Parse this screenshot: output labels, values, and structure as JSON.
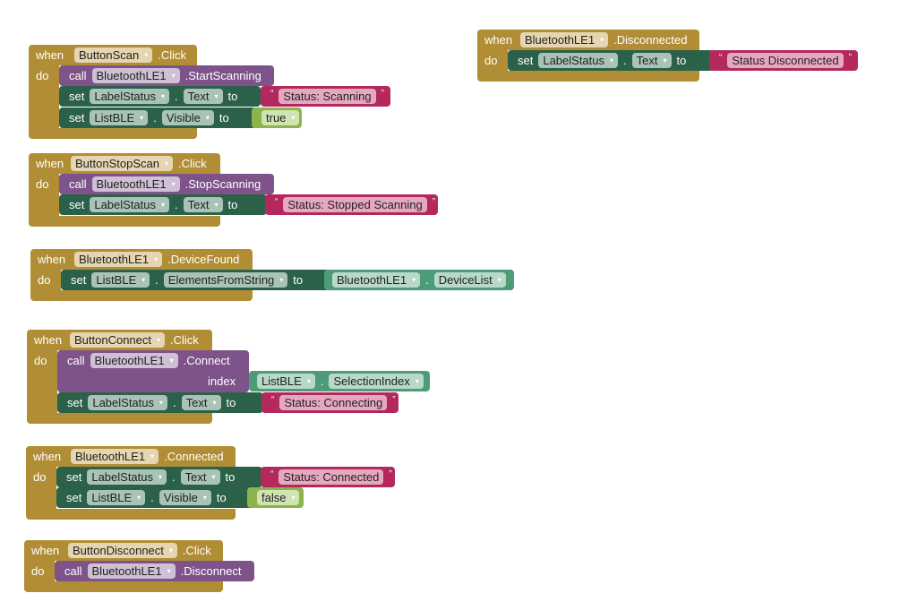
{
  "colors": {
    "event": "#b18e35",
    "call": "#7d5389",
    "set": "#2b6148",
    "getter": "#4d9c77",
    "logic": "#8cb44a",
    "text": "#b3295e"
  },
  "keywords": {
    "when": "when",
    "do": "do",
    "call": "call",
    "set": "set",
    "to": "to",
    "dot": ".",
    "index": "index",
    "quote_open": "“",
    "quote_close": "”",
    "dropdown": "▾"
  },
  "blocks": [
    {
      "component": "ButtonScan",
      "event": ".Click",
      "body": [
        {
          "type": "call",
          "component": "BluetoothLE1",
          "method": ".StartScanning"
        },
        {
          "type": "set",
          "component": "LabelStatus",
          "property": "Text",
          "value_type": "text",
          "value": "Status: Scanning"
        },
        {
          "type": "set",
          "component": "ListBLE",
          "property": "Visible",
          "value_type": "logic",
          "value": "true"
        }
      ]
    },
    {
      "component": "ButtonStopScan",
      "event": ".Click",
      "body": [
        {
          "type": "call",
          "component": "BluetoothLE1",
          "method": ".StopScanning"
        },
        {
          "type": "set",
          "component": "LabelStatus",
          "property": "Text",
          "value_type": "text",
          "value": "Status: Stopped Scanning"
        }
      ]
    },
    {
      "component": "BluetoothLE1",
      "event": ".DeviceFound",
      "body": [
        {
          "type": "set",
          "component": "ListBLE",
          "property": "ElementsFromString",
          "value_type": "getter",
          "value_component": "BluetoothLE1",
          "value_property": "DeviceList"
        }
      ]
    },
    {
      "component": "ButtonConnect",
      "event": ".Click",
      "body": [
        {
          "type": "call",
          "component": "BluetoothLE1",
          "method": ".Connect",
          "arg_label": "index",
          "arg_component": "ListBLE",
          "arg_property": "SelectionIndex"
        },
        {
          "type": "set",
          "component": "LabelStatus",
          "property": "Text",
          "value_type": "text",
          "value": "Status: Connecting"
        }
      ]
    },
    {
      "component": "BluetoothLE1",
      "event": ".Connected",
      "body": [
        {
          "type": "set",
          "component": "LabelStatus",
          "property": "Text",
          "value_type": "text",
          "value": "Status: Connected"
        },
        {
          "type": "set",
          "component": "ListBLE",
          "property": "Visible",
          "value_type": "logic",
          "value": "false"
        }
      ]
    },
    {
      "component": "ButtonDisconnect",
      "event": ".Click",
      "body": [
        {
          "type": "call",
          "component": "BluetoothLE1",
          "method": ".Disconnect"
        }
      ]
    },
    {
      "component": "BluetoothLE1",
      "event": ".Disconnected",
      "body": [
        {
          "type": "set",
          "component": "LabelStatus",
          "property": "Text",
          "value_type": "text",
          "value": "Status Disconnected"
        }
      ]
    }
  ]
}
